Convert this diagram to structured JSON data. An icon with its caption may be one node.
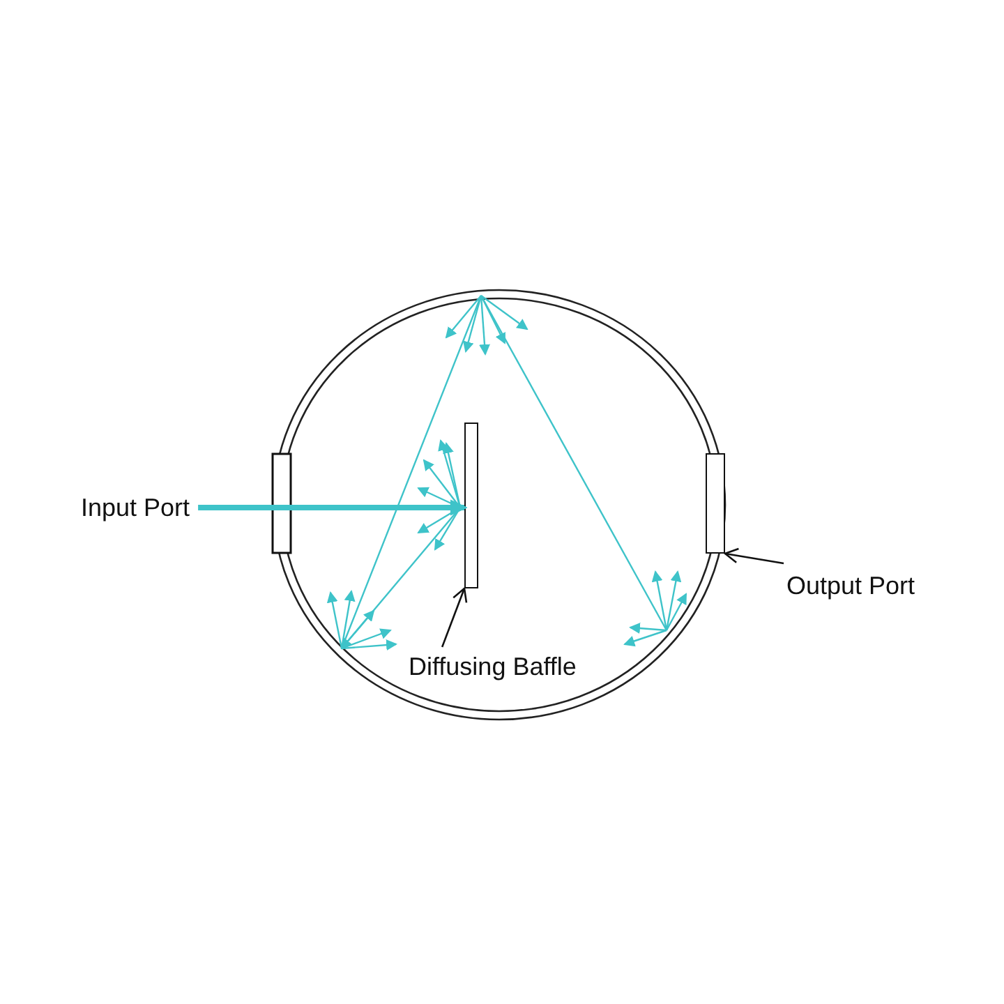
{
  "diagram": {
    "nodes": [
      {
        "text": [
          "Input Port"
        ]
      },
      {
        "text": [],
        "shape": "box"
      },
      {
        "text": [],
        "shape": "box"
      },
      {
        "text": [
          "Diffusing Baffle"
        ]
      },
      {
        "text": [
          "Output Port"
        ]
      }
    ],
    "edges": [
      {
        "from": 0,
        "to": 1,
        "arrow": "to",
        "style": "thick",
        "color": "#3ec3c9"
      },
      {
        "from": 3,
        "to": 1,
        "arrow": "to"
      },
      {
        "from": 4,
        "to": 2,
        "arrow": "to"
      }
    ]
  }
}
